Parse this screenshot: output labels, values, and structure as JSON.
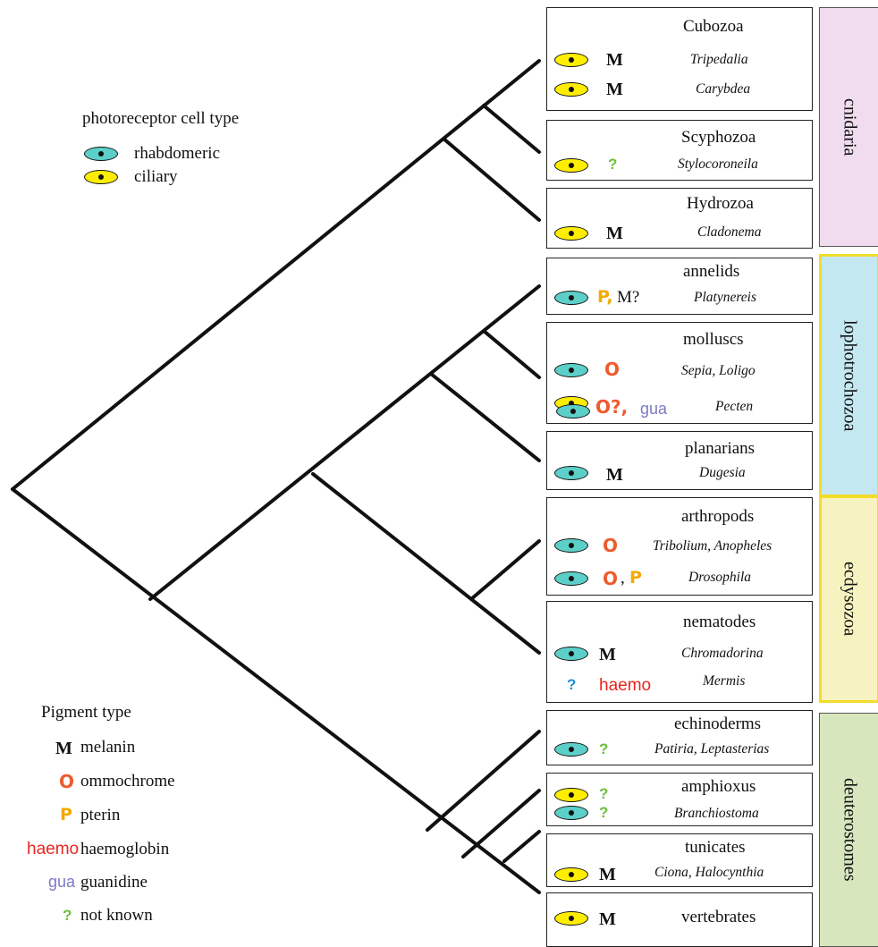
{
  "legend_photoreceptor": {
    "title": "photoreceptor cell type",
    "rhabdomeric": "rhabdomeric",
    "ciliary": "ciliary"
  },
  "legend_pigment": {
    "title": "Pigment type",
    "items": [
      {
        "symbol": "M",
        "label": "melanin"
      },
      {
        "symbol": "O",
        "label": "ommochrome"
      },
      {
        "symbol": "P",
        "label": "pterin"
      },
      {
        "symbol": "haemo",
        "label": "haemoglobin"
      },
      {
        "symbol": "gua",
        "label": "guanidine"
      },
      {
        "symbol": "?",
        "label": "not known"
      }
    ]
  },
  "groups": {
    "cnidaria": "cnidaria",
    "lophotrochozoa": "lophotrochozoa",
    "ecdysozoa": "ecdysozoa",
    "deuterostomes": "deuterostomes"
  },
  "colors": {
    "cnidaria": "#f0dcee",
    "lophotrochozoa": "#c4e8f2",
    "ecdysozoa": "#f7f3c0",
    "deuterostomes": "#d7e6bd",
    "ciliary": "#ffee00",
    "rhabdomeric": "#5ccfc8",
    "ommochrome": "#ef5b2e",
    "pterin": "#f4a800",
    "haemoglobin": "#e8261e",
    "guanidine": "#7a7ac4",
    "not_known": "#6cbf3a"
  },
  "taxa": {
    "cubozoa": {
      "name": "Cubozoa",
      "sp1": "Tripedalia",
      "sp2": "Carybdea"
    },
    "scyphozoa": {
      "name": "Scyphozoa",
      "sp1": "Stylocoroneila"
    },
    "hydrozoa": {
      "name": "Hydrozoa",
      "sp1": "Cladonema"
    },
    "annelids": {
      "name": "annelids",
      "sp1": "Platynereis"
    },
    "molluscs": {
      "name": "molluscs",
      "sp1": "Sepia, Loligo",
      "sp2": "Pecten"
    },
    "planarians": {
      "name": "planarians",
      "sp1": "Dugesia"
    },
    "arthropods": {
      "name": "arthropods",
      "sp1": "Tribolium, Anopheles",
      "sp2": "Drosophila"
    },
    "nematodes": {
      "name": "nematodes",
      "sp1": "Chromadorina",
      "sp2": "Mermis"
    },
    "echinoderms": {
      "name": "echinoderms",
      "sp1": "Patiria, Leptasterias"
    },
    "amphioxus": {
      "name": "amphioxus",
      "sp1": "Branchiostoma"
    },
    "tunicates": {
      "name": "tunicates",
      "sp1": "Ciona, Halocynthia"
    },
    "vertebrates": {
      "name": "vertebrates"
    }
  },
  "pigments": {
    "M": "M",
    "O": "O",
    "P": "P",
    "haemo": "haemo",
    "gua": "gua",
    "q": "?",
    "P_comma": "P,",
    "M_q": "M?",
    "O_q": "O?,",
    "comma": ","
  }
}
